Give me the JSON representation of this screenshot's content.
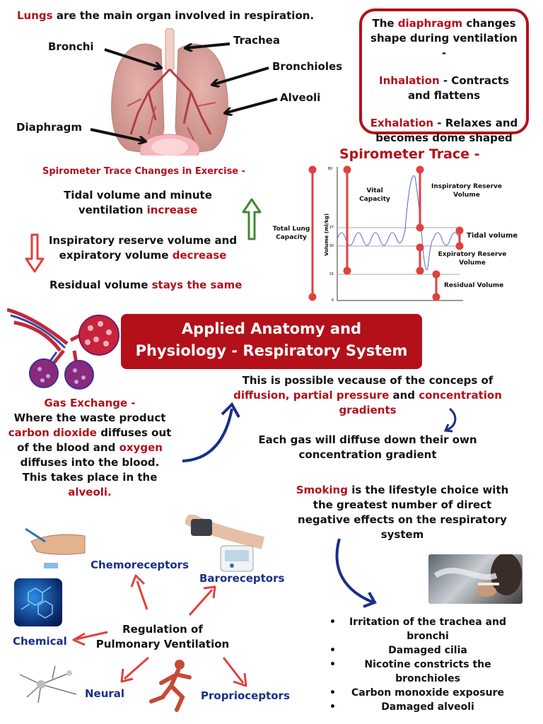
{
  "lungs": {
    "intro": {
      "keyword": "Lungs",
      "rest": " are the main organ involved in respiration."
    },
    "labels": {
      "bronchi": "Bronchi",
      "trachea": "Trachea",
      "bronchioles": "Bronchioles",
      "alveoli": "Alveoli",
      "diaphragm": "Diaphragm"
    }
  },
  "diaphragm_box": {
    "line1_pre": "The ",
    "line1_kw": "diaphragm",
    "line1_post": " changes shape during ventilation -",
    "inhalation_kw": "Inhalation",
    "inhalation_text": " - Contracts and flattens",
    "exhalation_kw": "Exhalation",
    "exhalation_text": " - Relaxes and becomes dome shaped"
  },
  "exercise": {
    "heading": "Spirometer Trace Changes in Exercise -",
    "increase_text": "Tidal volume and minute ventilation ",
    "increase_kw": "increase",
    "decrease_text": "Inspiratory reserve volume and expiratory volume ",
    "decrease_kw": "decrease",
    "same_text": "Residual volume ",
    "same_kw": "stays the same"
  },
  "spirometer": {
    "title": "Spirometer Trace -",
    "y_axis_label": "Volume (ml/kg)",
    "ticks": [
      "80",
      "37",
      "30",
      "15",
      "0"
    ],
    "labels": {
      "total_lung_capacity": "Total Lung Capacity",
      "vital_capacity": "Vital Capacity",
      "inspiratory_reserve": "Inspiratory Reserve Volume",
      "tidal": "Tidal volume",
      "expiratory_reserve": "Expiratory Reserve Volume",
      "residual": "Residual Volume"
    }
  },
  "main_title": {
    "line1": "Applied Anatomy and",
    "line2": "Physiology - Respiratory System"
  },
  "gas_exchange": {
    "heading": "Gas Exchange -",
    "l1": "Where the waste product",
    "kw_co2": "carbon dioxide",
    "l2": " diffuses out",
    "l3": "of the blood and ",
    "kw_o2": "oxygen",
    "l4": "diffuses into the blood.",
    "l5": "This takes place in the",
    "kw_alveoli": "alveoli."
  },
  "diffusion": {
    "pre": "This is possible vecause of the conceps of ",
    "kw1": "diffusion, partial pressure",
    "mid": " and ",
    "kw2": "concentration gradients",
    "each": "Each gas will diffuse down their own concentration gradient"
  },
  "smoking": {
    "kw": "Smoking",
    "text": " is the lifestyle choice with the greatest number of direct negative effects on the respiratory system",
    "effects": [
      "Irritation of the trachea and bronchi",
      "Damaged cilia",
      "Nicotine constricts the bronchioles",
      "Carbon monoxide exposure",
      "Damaged alveoli"
    ]
  },
  "regulation": {
    "center": "Regulation of Pulmonary Ventilation",
    "chemoreceptors": "Chemoreceptors",
    "baroreceptors": "Baroreceptors",
    "chemical": "Chemical",
    "neural": "Neural",
    "proprioceptors": "Proprioceptors"
  },
  "colors": {
    "accent_red": "#b3101a",
    "navy": "#1b2f86",
    "arrow_green": "#3f8a2a",
    "arrow_red": "#e0413f"
  }
}
